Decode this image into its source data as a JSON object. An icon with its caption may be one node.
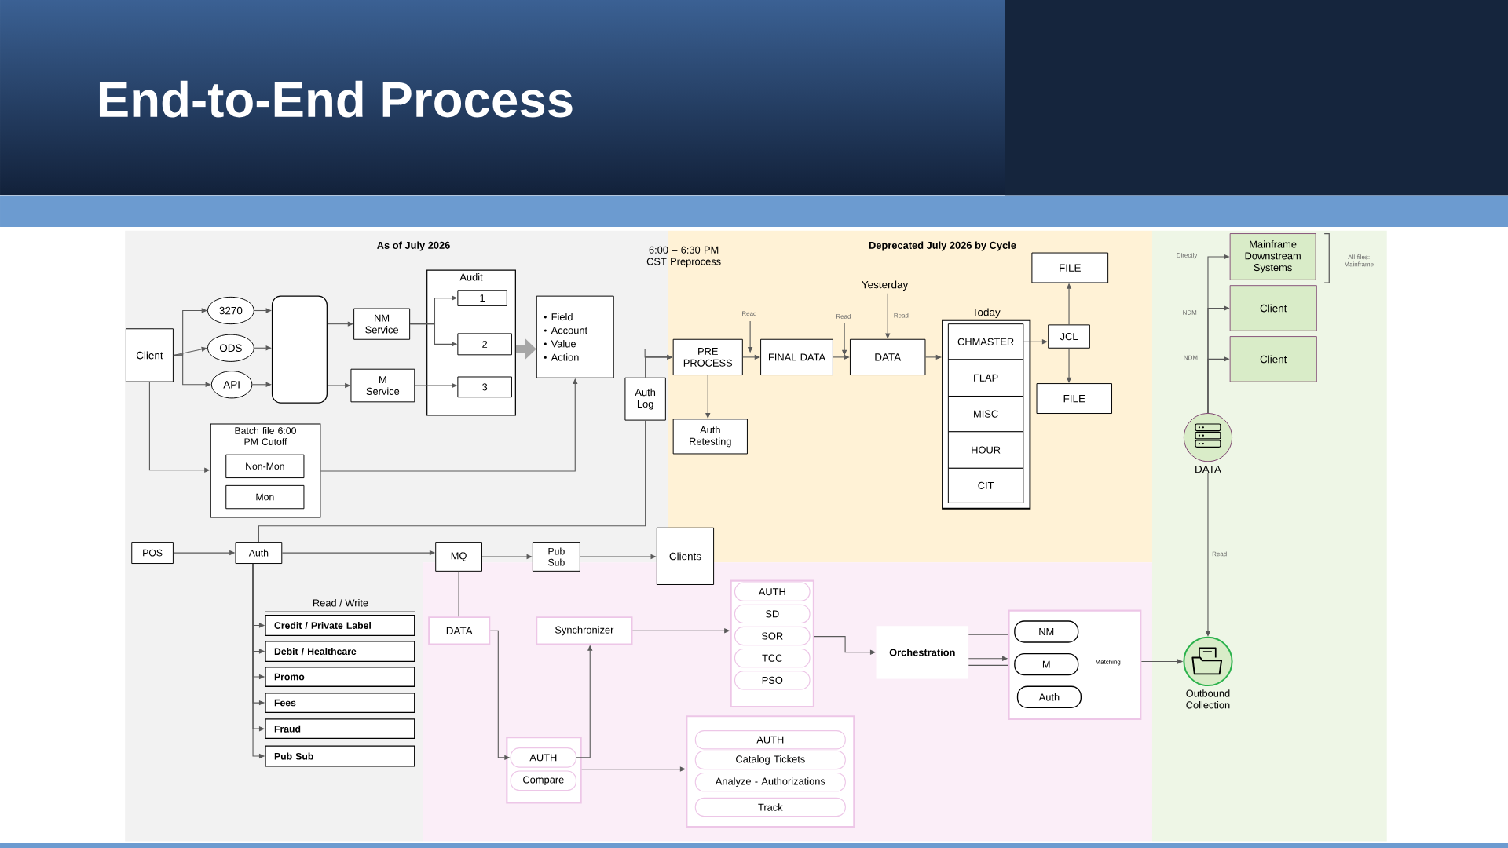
{
  "diagram": {
    "title": "End-to-End Process",
    "nodes": [
      {
        "text": [
          "Client"
        ]
      },
      {
        "text": [
          "3270"
        ]
      },
      {
        "text": [
          "ODS"
        ]
      },
      {
        "text": [
          "API"
        ]
      },
      {
        "text": [],
        "shape": "box"
      },
      {
        "text": [
          "NM Service"
        ]
      },
      {
        "text": [
          "M Service"
        ]
      },
      {
        "text": [
          "Audit"
        ]
      },
      {
        "text": [
          "1"
        ],
        "in": 7
      },
      {
        "text": [
          "2"
        ],
        "in": 7
      },
      {
        "text": [
          "3"
        ],
        "in": 7
      },
      {
        "text": [
          "Field",
          "Account",
          "Value",
          "Action"
        ]
      },
      {
        "text": [
          "Auth Log"
        ]
      },
      {
        "text": [
          "Batch file 6:00 PM Cutoff"
        ]
      },
      {
        "text": [
          "Non-Mon"
        ],
        "in": 13
      },
      {
        "text": [
          "Mon"
        ],
        "in": 13
      },
      {
        "text": [
          "PRE PROCESS"
        ]
      },
      {
        "text": [
          "Auth Retesting"
        ]
      },
      {
        "text": [
          "FINAL DATA"
        ]
      },
      {
        "text": [
          "Yesterday"
        ]
      },
      {
        "text": [
          "DATA"
        ]
      },
      {
        "text": [
          "Today"
        ]
      },
      {
        "text": [
          "CHMASTER"
        ],
        "in": 21
      },
      {
        "text": [
          "FLAP"
        ],
        "in": 21
      },
      {
        "text": [
          "MISC"
        ],
        "in": 21
      },
      {
        "text": [
          "HOUR"
        ],
        "in": 21
      },
      {
        "text": [
          "CIT"
        ],
        "in": 21
      },
      {
        "text": [
          "JCL"
        ]
      },
      {
        "text": [
          "FILE"
        ]
      },
      {
        "text": [
          "FILE"
        ]
      },
      {
        "text": [
          "Mainframe Downstream Systems"
        ]
      },
      {
        "text": [
          "Client"
        ]
      },
      {
        "text": [
          "Client"
        ]
      },
      {
        "text": [
          "DATA"
        ]
      },
      {
        "text": [
          "POS"
        ]
      },
      {
        "text": [
          "Auth"
        ]
      },
      {
        "text": [
          "MQ"
        ]
      },
      {
        "text": [
          "Pub Sub"
        ]
      },
      {
        "text": [
          "Clients"
        ]
      },
      {
        "text": [
          "Credit / Private Label"
        ]
      },
      {
        "text": [
          "Debit / Healthcare"
        ]
      },
      {
        "text": [
          "Promo"
        ]
      },
      {
        "text": [
          "Fees"
        ]
      },
      {
        "text": [
          "Fraud"
        ]
      },
      {
        "text": [
          "Pub Sub"
        ]
      },
      {
        "text": [
          "DATA"
        ]
      },
      {
        "text": [
          "Synchronizer"
        ]
      },
      {
        "text": [],
        "shape": "box"
      },
      {
        "text": [
          "AUTH"
        ],
        "in": 47
      },
      {
        "text": [
          "Compare"
        ],
        "in": 47
      },
      {
        "text": [],
        "shape": "box"
      },
      {
        "text": [
          "AUTH"
        ],
        "in": 50
      },
      {
        "text": [
          "SD"
        ],
        "in": 50
      },
      {
        "text": [
          "SOR"
        ],
        "in": 50
      },
      {
        "text": [
          "TCC"
        ],
        "in": 50
      },
      {
        "text": [
          "PSO"
        ],
        "in": 50
      },
      {
        "text": [],
        "shape": "box"
      },
      {
        "text": [
          "AUTH"
        ],
        "in": 56
      },
      {
        "text": [
          "Catalog Tickets"
        ],
        "in": 56
      },
      {
        "text": [
          "Analyze - Authorizations"
        ],
        "in": 56
      },
      {
        "text": [
          "Track"
        ],
        "in": 56
      },
      {
        "text": [
          "Orchestration"
        ]
      },
      {
        "text": [
          "Matching"
        ]
      },
      {
        "text": [
          "NM"
        ],
        "in": 62
      },
      {
        "text": [
          "M"
        ],
        "in": 62
      },
      {
        "text": [
          "Auth"
        ],
        "in": 62
      },
      {
        "text": [
          "Outbound Collection"
        ]
      }
    ],
    "edges": [
      {
        "from": 0,
        "to": 1,
        "arrow": "to"
      },
      {
        "from": 0,
        "to": 2,
        "arrow": "to"
      },
      {
        "from": 0,
        "to": 3,
        "arrow": "to"
      },
      {
        "from": 1,
        "to": 4,
        "arrow": "to"
      },
      {
        "from": 2,
        "to": 4,
        "arrow": "to"
      },
      {
        "from": 3,
        "to": 4,
        "arrow": "to"
      },
      {
        "from": 4,
        "to": 5,
        "arrow": "to"
      },
      {
        "from": 4,
        "to": 6,
        "arrow": "to"
      },
      {
        "from": 5,
        "to": 8,
        "arrow": "to"
      },
      {
        "from": 5,
        "to": 9,
        "arrow": "to"
      },
      {
        "from": 6,
        "to": 10,
        "arrow": "to"
      },
      {
        "from": 7,
        "to": 11,
        "arrow": "to",
        "style": "thick",
        "color": "#a6a6a6"
      },
      {
        "from": 13,
        "to": 11,
        "arrow": "to"
      },
      {
        "from": 11,
        "to": 16,
        "arrow": "to"
      },
      {
        "from": 12,
        "to": 16,
        "arrow": "to"
      },
      {
        "from": 35,
        "to": 12,
        "arrow": "none"
      },
      {
        "from": 16,
        "to": 18,
        "arrow": "to"
      },
      {
        "from": 16,
        "to": 17,
        "arrow": "to"
      },
      {
        "from": 18,
        "to": 20,
        "arrow": "to"
      },
      {
        "from": 19,
        "to": 20,
        "arrow": "to",
        "label": "Read"
      },
      {
        "from": null,
        "to": 18,
        "arrow": "to",
        "label": "Read"
      },
      {
        "from": null,
        "to": 20,
        "arrow": "to",
        "label": "Read"
      },
      {
        "from": 20,
        "to": 21,
        "arrow": "to"
      },
      {
        "from": 22,
        "to": 27,
        "arrow": "to"
      },
      {
        "from": 27,
        "to": 28,
        "arrow": "to"
      },
      {
        "from": 27,
        "to": 29,
        "arrow": "to"
      },
      {
        "from": 33,
        "to": 30,
        "arrow": "to",
        "label": "Directly"
      },
      {
        "from": 33,
        "to": 31,
        "arrow": "to",
        "label": "NDM"
      },
      {
        "from": 33,
        "to": 32,
        "arrow": "to",
        "label": "NDM"
      },
      {
        "from": 33,
        "to": 66,
        "arrow": "to",
        "label": "Read"
      },
      {
        "from": 34,
        "to": 35,
        "arrow": "to"
      },
      {
        "from": 35,
        "to": 36,
        "arrow": "to"
      },
      {
        "from": 36,
        "to": 37,
        "arrow": "to"
      },
      {
        "from": 37,
        "to": 38,
        "arrow": "to"
      },
      {
        "from": 35,
        "to": 39,
        "arrow": "to"
      },
      {
        "from": 35,
        "to": 40,
        "arrow": "to"
      },
      {
        "from": 35,
        "to": 41,
        "arrow": "to"
      },
      {
        "from": 35,
        "to": 42,
        "arrow": "to"
      },
      {
        "from": 35,
        "to": 43,
        "arrow": "to"
      },
      {
        "from": 35,
        "to": 44,
        "arrow": "to"
      },
      {
        "from": 36,
        "to": 45,
        "arrow": "none"
      },
      {
        "from": 45,
        "to": 48,
        "arrow": "to"
      },
      {
        "from": 48,
        "to": 46,
        "arrow": "to"
      },
      {
        "from": 46,
        "to": 50,
        "arrow": "to"
      },
      {
        "from": 47,
        "to": 56,
        "arrow": "to"
      },
      {
        "from": 50,
        "to": 61,
        "arrow": "to"
      },
      {
        "from": 61,
        "to": 62,
        "arrow": "none"
      },
      {
        "from": 61,
        "to": 62,
        "arrow": "to"
      },
      {
        "from": 61,
        "to": 62,
        "arrow": "none"
      },
      {
        "from": 62,
        "to": 66,
        "arrow": "to"
      },
      {
        "from": 0,
        "to": 13,
        "arrow": "to"
      }
    ],
    "labels": [
      "As of July 2026",
      "6:00 – 6:30 PM CST Preprocess",
      "Deprecated July 2026 by Cycle",
      "All files: Mainframe",
      "Read / Write"
    ]
  }
}
